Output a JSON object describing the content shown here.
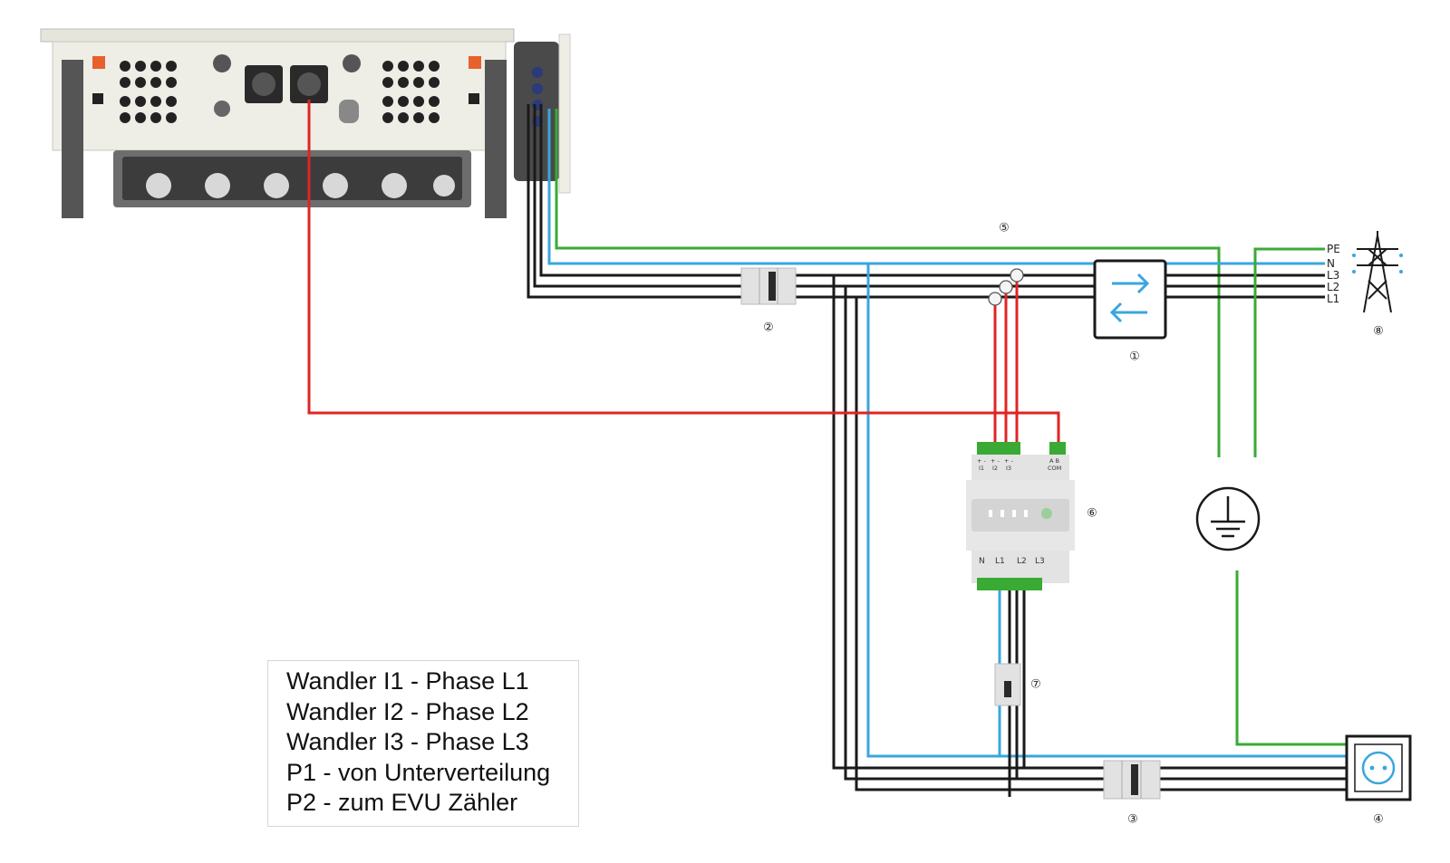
{
  "legend": {
    "lines": [
      "Wandler I1 - Phase L1",
      "Wandler I2 - Phase L2",
      "Wandler I3 - Phase L3",
      "P1 - von Unterverteilung",
      "P2 - zum EVU Zähler"
    ]
  },
  "markers": {
    "m1": "①",
    "m2": "②",
    "m3": "③",
    "m4": "④",
    "m5": "⑤",
    "m6": "⑥",
    "m7": "⑦",
    "m8": "⑧"
  },
  "grid_labels": {
    "pe": "PE",
    "n": "N",
    "l3": "L3",
    "l2": "L2",
    "l1": "L1"
  },
  "meter": {
    "ct_labels": [
      "+ -",
      "+ -",
      "+ -"
    ],
    "ct_names": [
      "I1",
      "I2",
      "I3"
    ],
    "rs485": "A B",
    "com": "COM",
    "phase_labels": [
      "N",
      "L1",
      "L2",
      "L3"
    ]
  },
  "colors": {
    "phase": "#1a1a1a",
    "neutral": "#3aa6dd",
    "earth": "#3aaa35",
    "signal": "#e02424"
  },
  "icons": {
    "inverter": "inverter-icon",
    "bidirectional_meter": "bidirectional-arrows-icon",
    "grid": "power-pylon-icon",
    "earth": "earth-ground-icon",
    "socket": "socket-outlet-icon",
    "breaker": "circuit-breaker-icon",
    "ct": "current-transformer-icon"
  }
}
